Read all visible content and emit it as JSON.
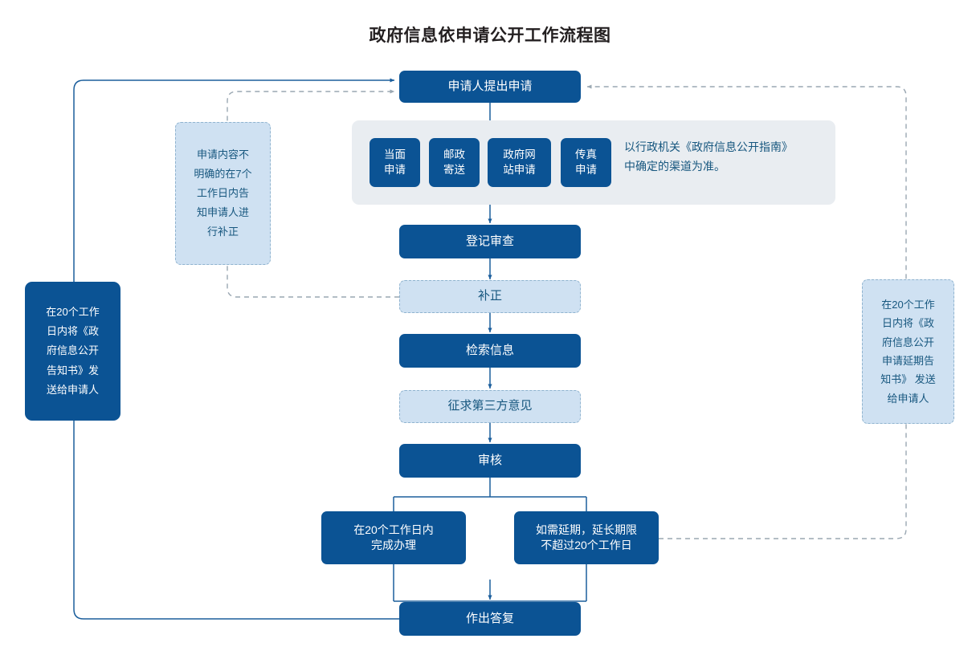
{
  "title": "政府信息依申请公开工作流程图",
  "colors": {
    "dark_blue": "#0b5394",
    "light_blue": "#cfe1f2",
    "panel_grey": "#e9edf1",
    "text_blue": "#17577f",
    "line_blue": "#1b5e9c",
    "dashed_grey": "#9aa7b2",
    "title_text": "#231f20"
  },
  "nodes": {
    "start": {
      "label": "申请人提出申请",
      "style": "dark"
    },
    "channels": [
      {
        "label": "当面\n申请",
        "style": "dark"
      },
      {
        "label": "邮政\n寄送",
        "style": "dark"
      },
      {
        "label": "政府网\n站申请",
        "style": "dark"
      },
      {
        "label": "传真\n申请",
        "style": "dark"
      }
    ],
    "channel_note": "以行政机关《政府信息公开指南》\n中确定的渠道为准。",
    "register_review": {
      "label": "登记审查",
      "style": "dark"
    },
    "supplement": {
      "label": "补正",
      "style": "light"
    },
    "retrieve_info": {
      "label": "检索信息",
      "style": "dark"
    },
    "third_party_opinion": {
      "label": "征求第三方意见",
      "style": "light"
    },
    "audit": {
      "label": "审核",
      "style": "dark"
    },
    "complete_20_days": {
      "label": "在20个工作日内\n完成办理",
      "style": "dark"
    },
    "extension": {
      "label": "如需延期，延长期限\n不超过20个工作日",
      "style": "dark"
    },
    "reply": {
      "label": "作出答复",
      "style": "dark"
    },
    "note_supplement": {
      "label": "申请内容不\n明确的在7个\n工作日内告\n知申请人进\n行补正",
      "style": "light"
    },
    "note_left_notice": {
      "label": "在20个工作\n日内将《政\n府信息公开\n告知书》发\n送给申请人",
      "style": "dark"
    },
    "note_right_extension": {
      "label": "在20个工作\n日内将《政\n府信息公开\n申请延期告\n知书》 发送\n给申请人",
      "style": "light"
    }
  },
  "chart_data": {
    "type": "diagram",
    "title": "政府信息依申请公开工作流程图",
    "diagram_kind": "flowchart",
    "orientation": "top-to-bottom",
    "steps": [
      "申请人提出申请",
      "当面申请 / 邮政寄送 / 政府网站申请 / 传真申请",
      "登记审查",
      "补正",
      "检索信息",
      "征求第三方意见",
      "审核",
      "在20个工作日内完成办理 / 如需延期，延长期限不超过20个工作日",
      "作出答复"
    ],
    "edges": [
      {
        "from": "申请人提出申请",
        "to": "当面申请",
        "type": "solid-arrow"
      },
      {
        "from": "申请人提出申请",
        "to": "邮政寄送",
        "type": "solid-arrow"
      },
      {
        "from": "申请人提出申请",
        "to": "政府网站申请",
        "type": "solid-arrow"
      },
      {
        "from": "申请人提出申请",
        "to": "传真申请",
        "type": "solid-arrow"
      },
      {
        "from": "申请渠道",
        "to": "登记审查",
        "type": "solid-arrow"
      },
      {
        "from": "登记审查",
        "to": "补正",
        "type": "solid-arrow"
      },
      {
        "from": "补正",
        "to": "检索信息",
        "type": "solid-arrow"
      },
      {
        "from": "检索信息",
        "to": "征求第三方意见",
        "type": "solid-arrow"
      },
      {
        "from": "征求第三方意见",
        "to": "审核",
        "type": "solid-arrow"
      },
      {
        "from": "审核",
        "to": "在20个工作日内完成办理",
        "type": "solid"
      },
      {
        "from": "审核",
        "to": "如需延期，延长期限不超过20个工作日",
        "type": "solid"
      },
      {
        "from": "在20个工作日内完成办理",
        "to": "作出答复",
        "type": "solid-arrow"
      },
      {
        "from": "如需延期，延长期限不超过20个工作日",
        "to": "作出答复",
        "type": "solid-arrow"
      },
      {
        "from": "作出答复",
        "to": "申请人提出申请",
        "type": "solid-arrow-feedback-left"
      },
      {
        "from": "补正",
        "to": "申请人提出申请",
        "type": "dashed-arrow-feedback-left"
      },
      {
        "from": "如需延期，延长期限不超过20个工作日",
        "to": "申请人提出申请",
        "type": "dashed-arrow-feedback-right"
      }
    ],
    "annotations": [
      "以行政机关《政府信息公开指南》中确定的渠道为准。",
      "申请内容不明确的在7个工作日内告知申请人进行补正",
      "在20个工作日内将《政府信息公开告知书》发送给申请人",
      "在20个工作日内将《政府信息公开申请延期告知书》 发送给申请人"
    ]
  }
}
